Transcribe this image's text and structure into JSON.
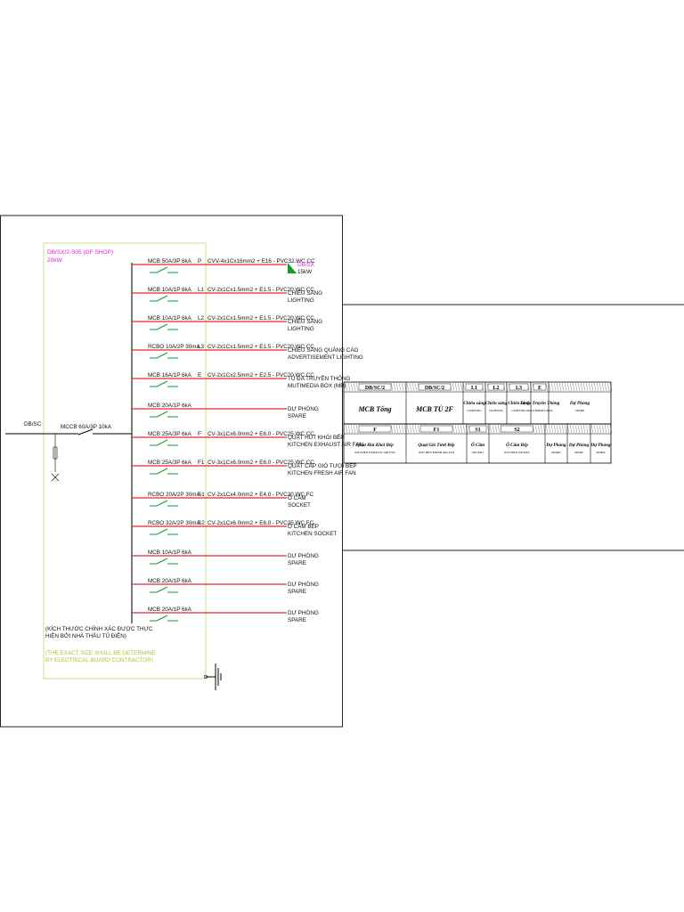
{
  "panel": {
    "name": "DB/SX/2-S05 (GF SHOP)",
    "power": "20kW",
    "incoming": "DB/SC",
    "main_breaker": "MCCB 60A/3P 10kA",
    "note_vi_1": "(KÍCH THƯỚC CHÍNH XÁC ĐƯỢC THỰC",
    "note_vi_2": "HIỆN BỞI NHÀ THẦU TỦ ĐIỆN)",
    "note_en_1": "(THE EXACT SIZE SHALL BE DETERMINE",
    "note_en_2": "BY ELECTRICAL BOARD CONTRACTOR)"
  },
  "branches": [
    {
      "breaker": "MCB 50A/3P 6kA",
      "phase": "P",
      "cable": "CVV-4x1Cx16mm2 + E16 - PVC32.WC.CC",
      "load": "DB/SX",
      "load2": "15kW"
    },
    {
      "breaker": "MCB 10A/1P 6kA",
      "phase": "L1",
      "cable": "CV-2x1Cx1.5mm2 + E1.5 - PVC20.WC.CC",
      "load": "CHIẾU SÁNG",
      "load2": "LIGHTING"
    },
    {
      "breaker": "MCB 10A/1P 6kA",
      "phase": "L2",
      "cable": "CV-2x1Cx1.5mm2 + E1.5 - PVC20.WC.CC",
      "load": "CHIẾU SÁNG",
      "load2": "LIGHTING"
    },
    {
      "breaker": "RCBO 10A/2P 30mA",
      "phase": "L3",
      "cable": "CV-2x1Cx1.5mm2 + E1.5 - PVC20.WC.CC",
      "load": "CHIẾU SÁNG QUẢNG CÁO",
      "load2": "ADVERTISEMENT LIGHTING"
    },
    {
      "breaker": "MCB 16A/1P 6kA",
      "phase": "E",
      "cable": "CV-2x1Cx2.5mm2 + E2.5 - PVC20.WC.CC",
      "load": "TỦ ĐA TRUYỀN THÔNG",
      "load2": "MUTIMEDIA BOX (MB)"
    },
    {
      "breaker": "MCB 20A/1P 6kA",
      "phase": "",
      "cable": "",
      "load": "DỰ PHÒNG",
      "load2": "SPARE"
    },
    {
      "breaker": "MCB 25A/3P 6kA",
      "phase": "F",
      "cable": "CV-3x1Cx6.0mm2 + E6.0 - PVC25.WC.CC",
      "load": "QUẠT HÚT KHÓI BẾP",
      "load2": "KITCHEN EXHAUST AIR FAN"
    },
    {
      "breaker": "MCB 25A/3P 6kA",
      "phase": "F1",
      "cable": "CV-3x1Cx6.0mm2 + E6.0 - PVC25.WC.CC",
      "load": "QUẠT CẤP GIÓ TƯƠI BẾP",
      "load2": "KITCHEN FRESH AIR FAN"
    },
    {
      "breaker": "RCBO 20A/2P 30mA",
      "phase": "S1",
      "cable": "CV-2x1Cx4.0mm2 + E4.0 - PVC20.WC.FC",
      "load": "Ổ CẮM",
      "load2": "SOCKET"
    },
    {
      "breaker": "RCBO 32A/2P 30mA",
      "phase": "S2",
      "cable": "CV-2x1Cx6.0mm2 + E6.0 - PVC25.WC.FC",
      "load": "Ổ CẮM BẾP",
      "load2": "KITCHEN SOCKET"
    },
    {
      "breaker": "MCB 10A/1P 6kA",
      "phase": "",
      "cable": "",
      "load": "DỰ PHÒNG",
      "load2": "SPARE"
    },
    {
      "breaker": "MCB 20A/1P 6kA",
      "phase": "",
      "cable": "",
      "load": "DỰ PHÒNG",
      "load2": "SPARE"
    },
    {
      "breaker": "MCB 20A/1P 6kA",
      "phase": "",
      "cable": "",
      "load": "DỰ PHÒNG",
      "load2": "SPARE"
    }
  ],
  "label_table": {
    "top_row": [
      {
        "code": "DB/SC/2",
        "title": "MCB Tổng",
        "sub": ""
      },
      {
        "code": "DB/SC/2",
        "title": "MCB TỦ 2F",
        "sub": ""
      },
      {
        "code": "L1",
        "title": "Chiếu sáng",
        "sub": "LIGHTING"
      },
      {
        "code": "L2",
        "title": "Chiếu sáng",
        "sub": "LIGHTING"
      },
      {
        "code": "L3",
        "title": "Chiếu sáng",
        "sub": "LIGHTING"
      },
      {
        "code": "E",
        "title": "Tủ đa Truyền Thông",
        "sub": "MULTIMEDIA BOX"
      },
      {
        "code": "",
        "title": "Dự Phòng",
        "sub": "SPARE"
      }
    ],
    "bottom_row": [
      {
        "code": "F",
        "title": "Quạt Hút Khói Bếp",
        "sub": "KITCHEN EXHAUST AIR FAN"
      },
      {
        "code": "F1",
        "title": "Quạt Gió Tươi Bếp",
        "sub": "KITCHEN FRESH AIR FAN"
      },
      {
        "code": "S1",
        "title": "Ổ Cắm",
        "sub": "SOCKET"
      },
      {
        "code": "S2",
        "title": "Ổ Cắm Bếp",
        "sub": "KITCHEN SOCKET"
      },
      {
        "code": "",
        "title": "Dự Phòng",
        "sub": "SPARE"
      },
      {
        "code": "",
        "title": "Dự Phòng",
        "sub": "SPARE"
      },
      {
        "code": "",
        "title": "Dự Phòng",
        "sub": "SPARE"
      }
    ]
  },
  "colors": {
    "branch_line": "#e8242a",
    "panel_box": "#c8e08a",
    "breaker_symbol": "#1a9a2a",
    "panel_name": "#e020e0",
    "note_en": "#9acd32"
  }
}
